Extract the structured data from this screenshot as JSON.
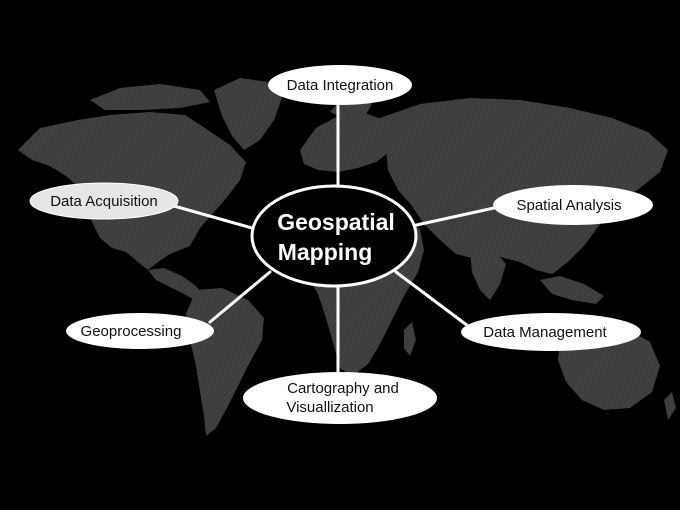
{
  "diagram": {
    "center": {
      "lines": [
        "Geospatial",
        "Mapping"
      ]
    },
    "nodes": [
      {
        "id": "data-integration",
        "lines": [
          "Data Integration"
        ]
      },
      {
        "id": "data-acquisition",
        "lines": [
          "Data Acquisition"
        ]
      },
      {
        "id": "spatial-analysis",
        "lines": [
          "Spatial Analysis"
        ]
      },
      {
        "id": "geoprocessing",
        "lines": [
          "Geoprocessing"
        ]
      },
      {
        "id": "data-management",
        "lines": [
          "Data Management"
        ]
      },
      {
        "id": "cartography-visualization",
        "lines": [
          "Cartography and",
          "Visuallization"
        ]
      }
    ]
  },
  "colors": {
    "background": "#000000",
    "map": "#3d3d3d",
    "map_texture": "#454545",
    "node_fill": "#ffffff",
    "node_fill_highlight": "#e6e6e6",
    "connector": "#ffffff",
    "center_fill": "#000000",
    "center_stroke": "#ffffff"
  },
  "icons": {
    "background": "world-map-icon"
  }
}
